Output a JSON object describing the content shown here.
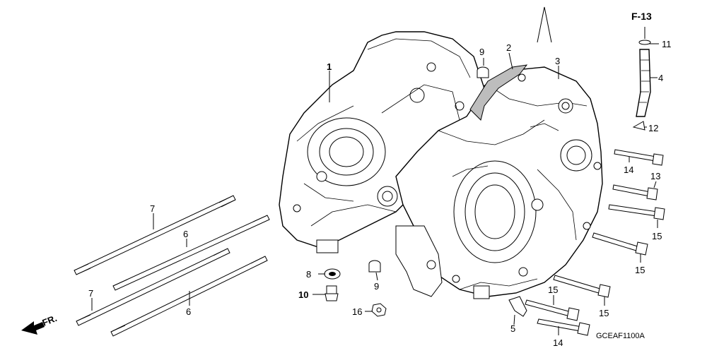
{
  "diagram": {
    "reference_code": "F-13",
    "drawing_code": "GCEAF1100A",
    "front_label": "FR.",
    "callouts": {
      "c1": "1",
      "c2": "2",
      "c3": "3",
      "c4": "4",
      "c5": "5",
      "c6a": "6",
      "c6b": "6",
      "c7a": "7",
      "c7b": "7",
      "c8": "8",
      "c9a": "9",
      "c9b": "9",
      "c10": "10",
      "c11": "11",
      "c12": "12",
      "c13": "13",
      "c14a": "14",
      "c14b": "14",
      "c15a": "15",
      "c15b": "15",
      "c15c": "15",
      "c15d": "15",
      "c16": "16"
    }
  }
}
